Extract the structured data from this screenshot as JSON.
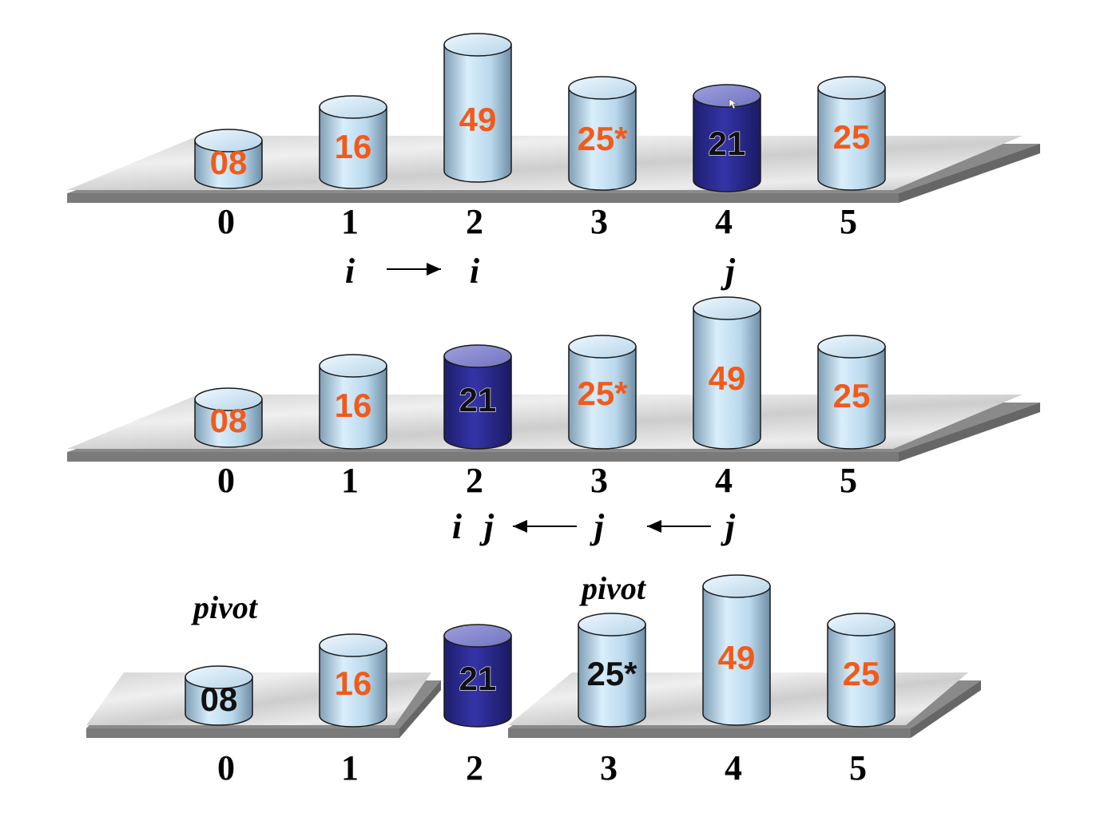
{
  "colors": {
    "value_orange": "#f25a1a",
    "value_dark": "#111111",
    "light_cylinder": "#c6e2f4",
    "dark_cylinder": "#2a2a92"
  },
  "rows": [
    {
      "indices": [
        "0",
        "1",
        "2",
        "3",
        "4",
        "5"
      ],
      "cylinders": [
        {
          "value": "08",
          "style": "light",
          "text": "orange"
        },
        {
          "value": "16",
          "style": "light",
          "text": "orange"
        },
        {
          "value": "49",
          "style": "light",
          "text": "orange"
        },
        {
          "value": "25*",
          "style": "light",
          "text": "orange"
        },
        {
          "value": "21",
          "style": "dark",
          "text": "dark"
        },
        {
          "value": "25",
          "style": "light",
          "text": "orange"
        }
      ],
      "pointers": {
        "i_from": "i",
        "i_to": "i",
        "j": "j"
      }
    },
    {
      "indices": [
        "0",
        "1",
        "2",
        "3",
        "4",
        "5"
      ],
      "cylinders": [
        {
          "value": "08",
          "style": "light",
          "text": "orange"
        },
        {
          "value": "16",
          "style": "light",
          "text": "orange"
        },
        {
          "value": "21",
          "style": "dark",
          "text": "dark"
        },
        {
          "value": "25*",
          "style": "light",
          "text": "orange"
        },
        {
          "value": "49",
          "style": "light",
          "text": "orange"
        },
        {
          "value": "25",
          "style": "light",
          "text": "orange"
        }
      ],
      "pointers": {
        "i": "i",
        "j1": "j",
        "j2": "j",
        "j3": "j"
      }
    },
    {
      "indices": [
        "0",
        "1",
        "2",
        "3",
        "4",
        "5"
      ],
      "cylinders": [
        {
          "value": "08",
          "style": "light",
          "text": "dark"
        },
        {
          "value": "16",
          "style": "light",
          "text": "orange"
        },
        {
          "value": "21",
          "style": "dark",
          "text": "dark"
        },
        {
          "value": "25*",
          "style": "light",
          "text": "dark"
        },
        {
          "value": "49",
          "style": "light",
          "text": "orange"
        },
        {
          "value": "25",
          "style": "light",
          "text": "orange"
        }
      ],
      "pivot_labels": [
        "pivot",
        "pivot"
      ]
    }
  ]
}
